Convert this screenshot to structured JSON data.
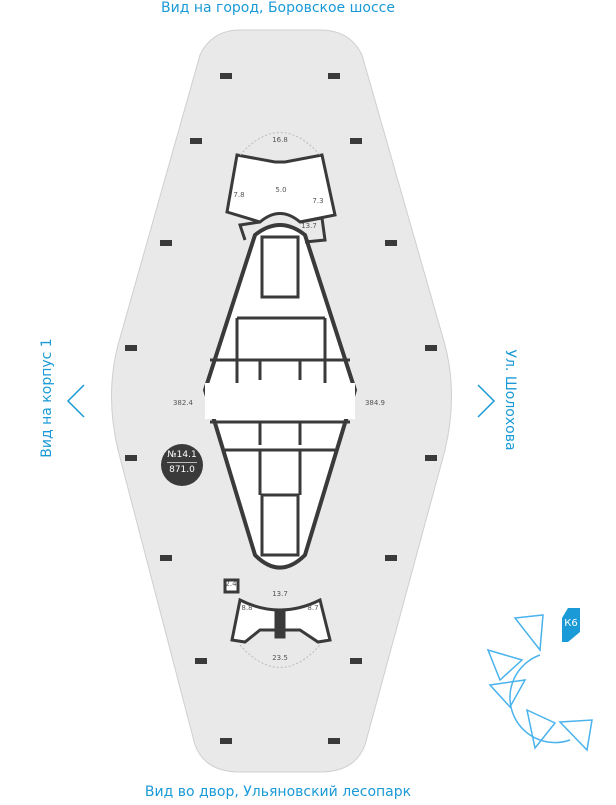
{
  "views": {
    "top": "Вид на город, Боровское шоссе",
    "bottom": "Вид во двор, Ульяновский лесопарк",
    "left": "Вид на корпус 1",
    "right": "Ул. Шолохова"
  },
  "unit": {
    "number": "№14.1",
    "area": "871.0"
  },
  "areas": {
    "west": "382.4",
    "east": "384.9",
    "top_terrace": "16.8",
    "top_left": "7.8",
    "top_center": "5.0",
    "top_right": "7.3",
    "top_hall": "13.7",
    "bot_small": "2.4",
    "bot_hall": "13.7",
    "bot_left": "8.8",
    "bot_right": "8.7",
    "bot_terrace": "23.5"
  },
  "building_badge": "К6",
  "colors": {
    "accent": "#1a9ad6",
    "floor": "#e9e9e9",
    "wall": "#3a3a3a"
  }
}
